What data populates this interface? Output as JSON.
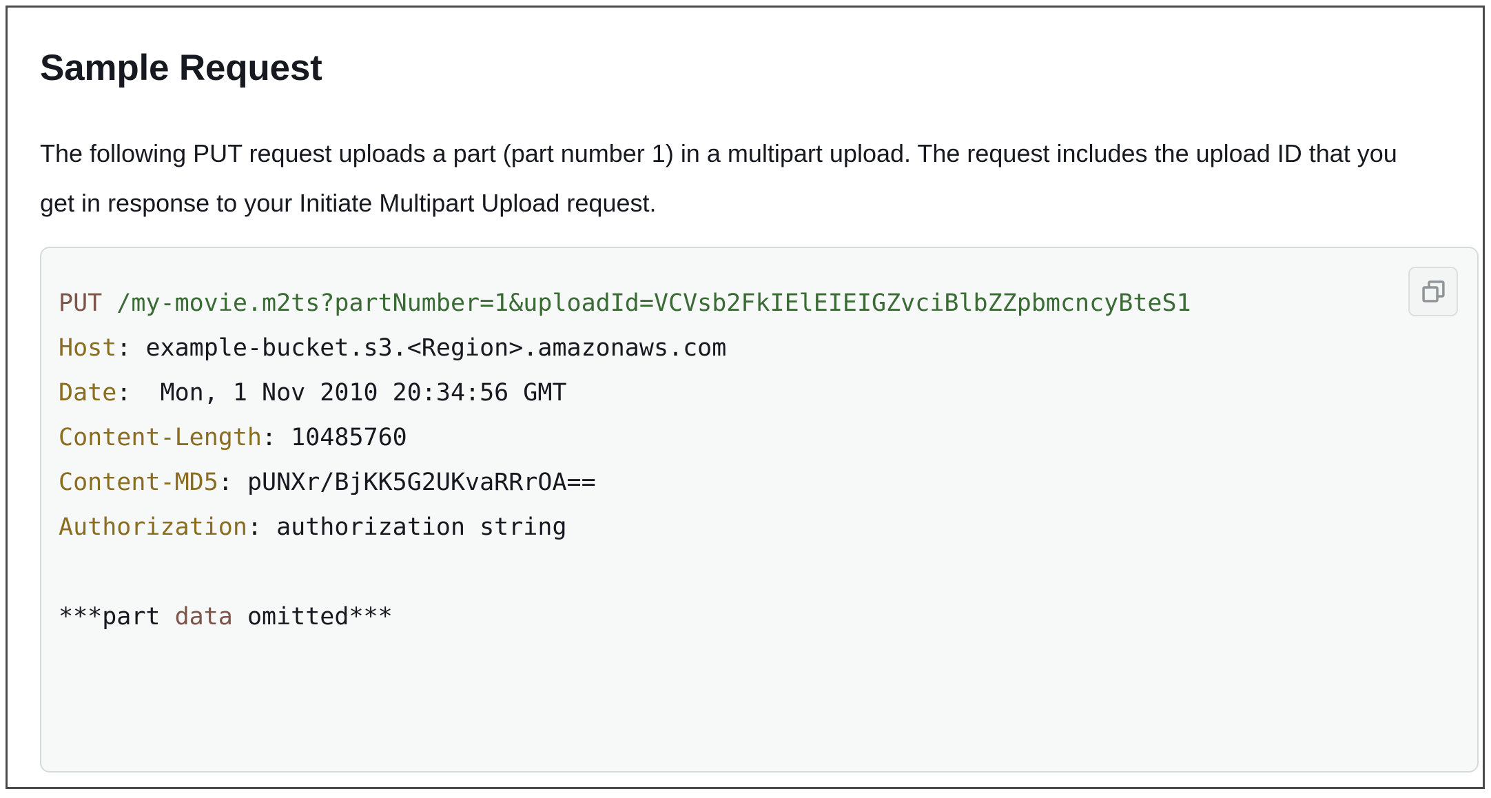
{
  "page": {
    "title": "Sample Request",
    "intro": "The following PUT request uploads a part (part number 1) in a multipart upload. The request includes the upload ID that you get in response to your Initiate Multipart Upload request."
  },
  "code_block": {
    "copy_button_label": "",
    "copy_icon": "copy-icon",
    "language": "http",
    "lines": [
      {
        "id": "request-line",
        "segments": [
          {
            "type": "method",
            "text": "PUT"
          },
          {
            "type": "plain",
            "text": " "
          },
          {
            "type": "path",
            "text": "/my-movie.m2ts?partNumber=1&uploadId=VCVsb2FkIElEIEIGZvciBlbZZpbmcncyBteS1"
          }
        ]
      },
      {
        "id": "host-header",
        "segments": [
          {
            "type": "header",
            "text": "Host"
          },
          {
            "type": "plain",
            "text": ": example-bucket.s3.<Region>.amazonaws.com"
          }
        ]
      },
      {
        "id": "date-header",
        "segments": [
          {
            "type": "header",
            "text": "Date"
          },
          {
            "type": "plain",
            "text": ":  Mon, 1 Nov 2010 20:34:56 GMT"
          }
        ]
      },
      {
        "id": "content-length-header",
        "segments": [
          {
            "type": "header",
            "text": "Content-Length"
          },
          {
            "type": "plain",
            "text": ": 10485760"
          }
        ]
      },
      {
        "id": "content-md5-header",
        "segments": [
          {
            "type": "header",
            "text": "Content-MD5"
          },
          {
            "type": "plain",
            "text": ": pUNXr/BjKK5G2UKvaRRrOA=="
          }
        ]
      },
      {
        "id": "authorization-header",
        "segments": [
          {
            "type": "header",
            "text": "Authorization"
          },
          {
            "type": "plain",
            "text": ": authorization string"
          }
        ]
      },
      {
        "id": "blank-1",
        "segments": [
          {
            "type": "plain",
            "text": ""
          }
        ]
      },
      {
        "id": "part-data-omitted",
        "segments": [
          {
            "type": "plain",
            "text": "***part "
          },
          {
            "type": "emph",
            "text": "data"
          },
          {
            "type": "plain",
            "text": " omitted***"
          }
        ]
      }
    ]
  },
  "colors": {
    "page_border": "#4a4a4a",
    "text": "#16191f",
    "code_background": "#f7f8f8",
    "code_border": "#d5dbdb",
    "method_token": "#7d554a",
    "path_token": "#3a6b35",
    "header_token": "#8a6d1f",
    "copy_button_background": "#f3f4f4",
    "copy_icon_stroke": "#8f9496"
  }
}
